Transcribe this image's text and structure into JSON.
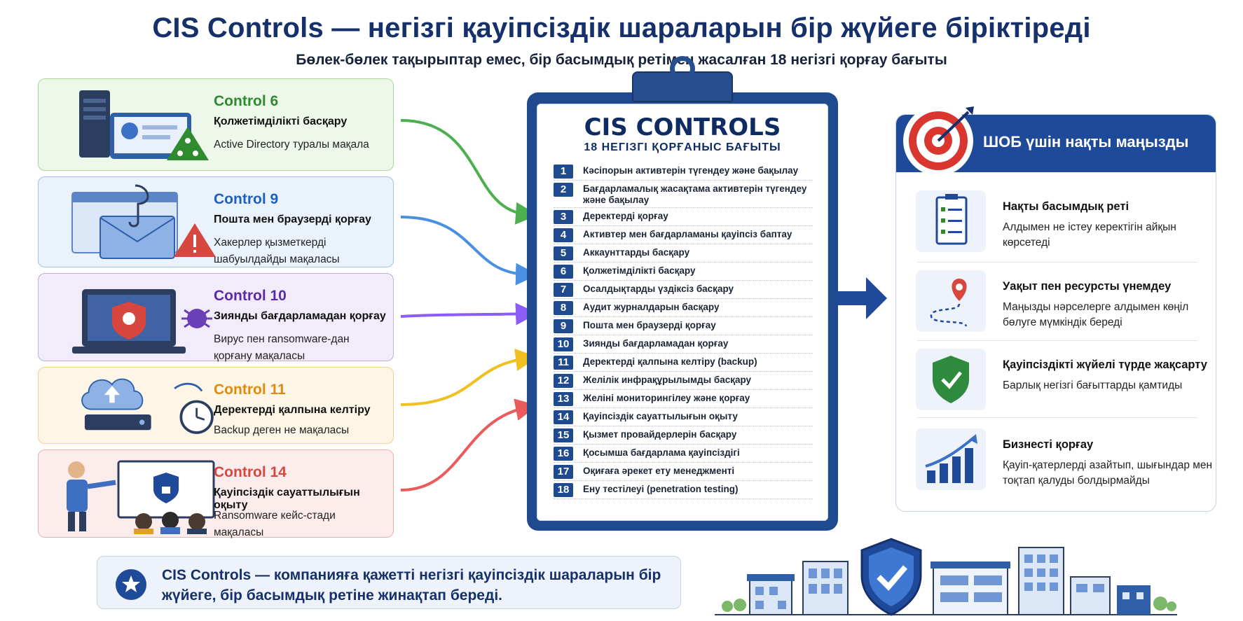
{
  "header": {
    "title": "CIS Controls — негізгі қауіпсіздік шараларын бір жүйеге біріктіреді",
    "subtitle": "Бөлек-бөлек тақырыптар емес, бір басымдық ретімен жасалған 18 негізгі қорғау бағыты"
  },
  "controls": [
    {
      "label": "Control 6",
      "name": "Қолжетімділікті басқару",
      "desc": "Active Directory туралы мақала",
      "color": "#2e8b2e",
      "bg": "#eef8ea",
      "border": "#a9d79a"
    },
    {
      "label": "Control 9",
      "name": "Пошта мен браузерді қорғау",
      "desc": "Хакерлер қызметкерді шабуылдайды мақаласы",
      "color": "#1f5fc0",
      "bg": "#eaf2fc",
      "border": "#9fc1ea"
    },
    {
      "label": "Control 10",
      "name": "Зиянды бағдарламадан қорғау",
      "desc": "Вирус пен ransomware-дан қорғану мақаласы",
      "color": "#5a2aa8",
      "bg": "#f2ecfa",
      "border": "#c4addf"
    },
    {
      "label": "Control 11",
      "name": "Деректерді қалпына келтіру",
      "desc": "Backup деген не мақаласы",
      "color": "#e08a10",
      "bg": "#fdf6e6",
      "border": "#f1d48f"
    },
    {
      "label": "Control 14",
      "name": "Қауіпсіздік сауаттылығын оқыту",
      "desc": "Ransomware кейс-стади мақаласы",
      "color": "#d8473f",
      "bg": "#fcecec",
      "border": "#efb0ad"
    }
  ],
  "board": {
    "title": "CIS CONTROLS",
    "subtitle": "18 НЕГІЗГІ ҚОРҒАНЫС БАҒЫТЫ",
    "items": [
      {
        "num": "1",
        "text": "Кәсіпорын активтерін түгендеу және бақылау"
      },
      {
        "num": "2",
        "text": "Бағдарламалық жасақтама активтерін түгендеу және бақылау"
      },
      {
        "num": "3",
        "text": "Деректерді қорғау"
      },
      {
        "num": "4",
        "text": "Активтер мен бағдарламаны қауіпсіз баптау"
      },
      {
        "num": "5",
        "text": "Аккаунттарды басқару"
      },
      {
        "num": "6",
        "text": "Қолжетімділікті басқару"
      },
      {
        "num": "7",
        "text": "Осалдықтарды үздіксіз басқару"
      },
      {
        "num": "8",
        "text": "Аудит журналдарын басқару"
      },
      {
        "num": "9",
        "text": "Пошта мен браузерді қорғау"
      },
      {
        "num": "10",
        "text": "Зиянды бағдарламадан қорғау"
      },
      {
        "num": "11",
        "text": "Деректерді қалпына келтіру (backup)"
      },
      {
        "num": "12",
        "text": "Желілік инфрақұрылымды басқару"
      },
      {
        "num": "13",
        "text": "Желіні мониторингілеу және қорғау"
      },
      {
        "num": "14",
        "text": "Қауіпсіздік сауаттылығын оқыту"
      },
      {
        "num": "15",
        "text": "Қызмет провайдерлерін басқару"
      },
      {
        "num": "16",
        "text": "Қосымша бағдарлама қауіпсіздігі"
      },
      {
        "num": "17",
        "text": "Оқиғаға әрекет ету менеджменті"
      },
      {
        "num": "18",
        "text": "Ену тестілеуі (penetration testing)"
      }
    ]
  },
  "panel": {
    "title": "ШОБ үшін нақты маңызды",
    "benefits": [
      {
        "title": "Нақты басымдық реті",
        "desc": "Алдымен не істеу керектігін айқын көрсетеді"
      },
      {
        "title": "Уақыт пен ресурсты үнемдеу",
        "desc": "Маңызды нәрселерге алдымен көңіл бөлуге мүмкіндік береді"
      },
      {
        "title": "Қауіпсіздікті жүйелі түрде жақсарту",
        "desc": "Барлық негізгі бағыттарды қамтиды"
      },
      {
        "title": "Бизнесті қорғау",
        "desc": "Қауіп-қатерлерді азайтып, шығындар мен тоқтап қалуды болдырмайды"
      }
    ]
  },
  "banner": {
    "text": "CIS Controls — компанияға қажетті негізгі қауіпсіздік шараларын бір жүйеге, бір басымдық ретіне жинақтап береді."
  },
  "colors": {
    "navy": "#16306b",
    "board": "#1f4a8f",
    "accent_green": "#2e8b2e",
    "accent_blue": "#1f5fc0",
    "accent_purple": "#5a2aa8",
    "accent_orange": "#e08a10",
    "accent_red": "#d8473f"
  }
}
